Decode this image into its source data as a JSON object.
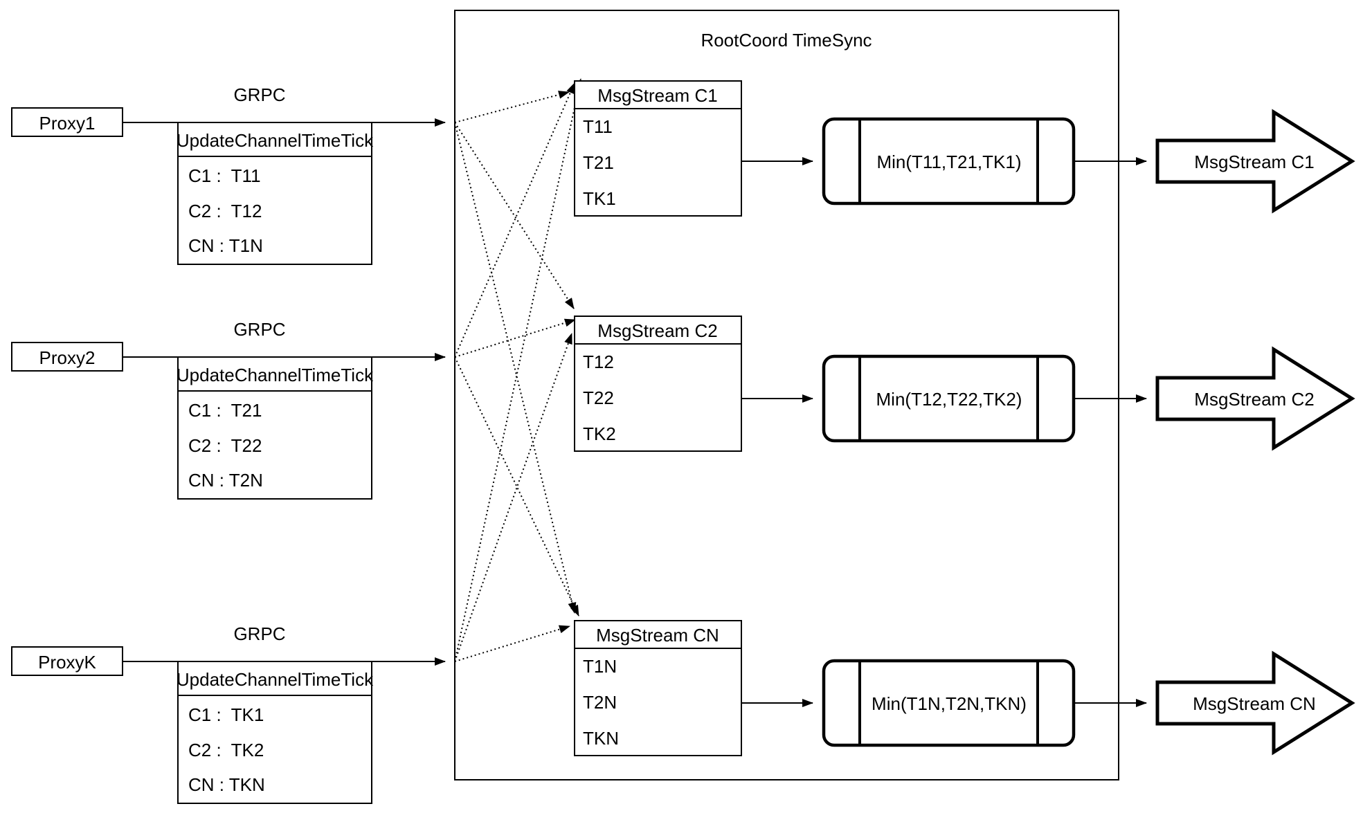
{
  "diagram": {
    "title": "RootCoord TimeSync",
    "colors": {
      "stroke": "#000000",
      "background": "#ffffff"
    },
    "proxies": [
      {
        "label": "Proxy1",
        "protocol": "GRPC",
        "message": {
          "header": "UpdateChannelTimeTick",
          "rows": [
            "C1 :  T11",
            "C2 :  T12",
            "CN : T1N"
          ]
        }
      },
      {
        "label": "Proxy2",
        "protocol": "GRPC",
        "message": {
          "header": "UpdateChannelTimeTick",
          "rows": [
            "C1 :  T21",
            "C2 :  T22",
            "CN : T2N"
          ]
        }
      },
      {
        "label": "ProxyK",
        "protocol": "GRPC",
        "message": {
          "header": "UpdateChannelTimeTick",
          "rows": [
            "C1 :  TK1",
            "C2 :  TK2",
            "CN : TKN"
          ]
        }
      }
    ],
    "streams": [
      {
        "header": "MsgStream C1",
        "rows": [
          "T11",
          "T21",
          "TK1"
        ],
        "min_label": "Min(T11,T21,TK1)",
        "output_label": "MsgStream C1"
      },
      {
        "header": "MsgStream C2",
        "rows": [
          "T12",
          "T22",
          "TK2"
        ],
        "min_label": "Min(T12,T22,TK2)",
        "output_label": "MsgStream C2"
      },
      {
        "header": "MsgStream CN",
        "rows": [
          "T1N",
          "T2N",
          "TKN"
        ],
        "min_label": "Min(T1N,T2N,TKN)",
        "output_label": "MsgStream CN"
      }
    ]
  }
}
